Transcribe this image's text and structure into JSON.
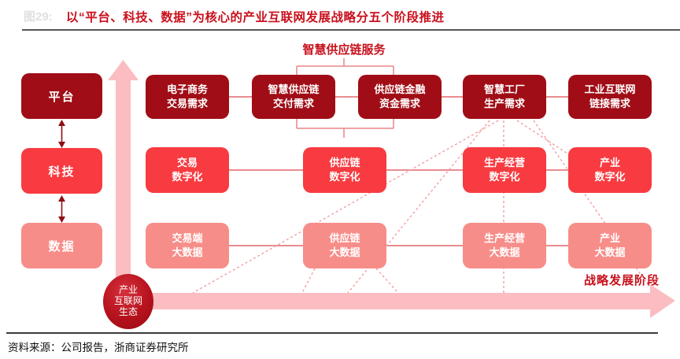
{
  "figure_label": "图29:",
  "title": "以“平台、科技、数据”为核心的产业互联网发展战略分五个阶段推进",
  "bracket_label": "智慧供应链服务",
  "x_axis_label": "战略发展阶段",
  "origin_circle": {
    "line1": "产业",
    "line2": "互联网",
    "line3": "生态"
  },
  "left_column": [
    {
      "label": "平台"
    },
    {
      "label": "科技"
    },
    {
      "label": "数据"
    }
  ],
  "rows": {
    "demand": [
      [
        "电子商务",
        "交易需求"
      ],
      [
        "智慧供应链",
        "交付需求"
      ],
      [
        "供应链金融",
        "资金需求"
      ],
      [
        "智慧工厂",
        "生产需求"
      ],
      [
        "工业互联网",
        "链接需求"
      ]
    ],
    "digital": [
      [
        "交易",
        "数字化"
      ],
      [
        "供应链",
        "数字化"
      ],
      [
        "生产经营",
        "数字化"
      ],
      [
        "产业",
        "数字化"
      ]
    ],
    "bigdata": [
      [
        "交易端",
        "大数据"
      ],
      [
        "供应链",
        "大数据"
      ],
      [
        "生产经营",
        "大数据"
      ],
      [
        "产业",
        "大数据"
      ]
    ]
  },
  "source": "资料来源：公司报告，浙商证券研究所",
  "colors": {
    "dark_red": "#A00D16",
    "bright_red": "#F73B41",
    "light_pink": "#F78D89",
    "arrow_pink": "#FBBDC1",
    "accent_red": "#C8101B",
    "connector": "#E2676C",
    "dotted": "#F3A0A2"
  }
}
